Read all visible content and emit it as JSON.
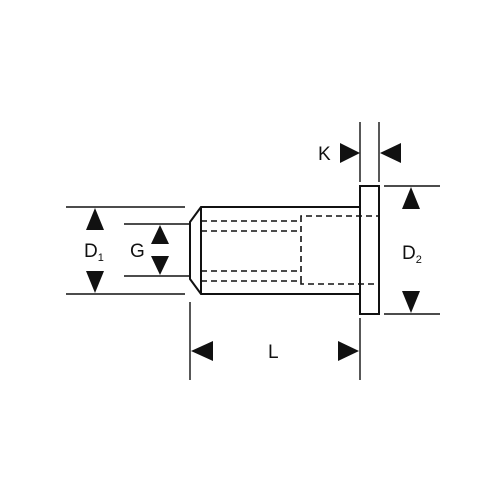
{
  "dimensions": {
    "K": {
      "letter": "K",
      "subscript": ""
    },
    "D1": {
      "letter": "D",
      "subscript": "1"
    },
    "G": {
      "letter": "G",
      "subscript": ""
    },
    "D2": {
      "letter": "D",
      "subscript": "2"
    },
    "L": {
      "letter": "L",
      "subscript": ""
    }
  }
}
